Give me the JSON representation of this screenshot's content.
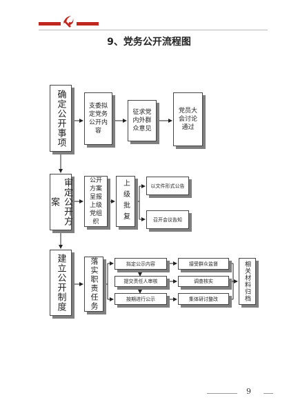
{
  "title": "9、党务公开流程图",
  "page_number": "9",
  "colors": {
    "accent": "#c0271e",
    "shadow": "#7f7f7f"
  },
  "header": {
    "emblem_icon": "party-emblem-icon"
  },
  "stage1": {
    "main": "确定公开事项",
    "step1": "支委拟定党务公开内容",
    "step2": "征求党内外群众意见",
    "step3": "党员大会讨论通过"
  },
  "stage2": {
    "main": "审定公开方案",
    "step1": "公开方案呈报上级党组织",
    "step2": "上级批复",
    "out1": "以文件形式公告",
    "out2": "召开会议告知"
  },
  "stage3": {
    "main": "建立公开制度",
    "step1": "落实职责任务",
    "task1": "拟定公示内容",
    "task2": "提交责任人审核",
    "task3": "按期进行公示",
    "sup1": "接受群众监督",
    "sup2": "调查核实",
    "sup3": "集体研讨整改",
    "final": "相关材料归档"
  }
}
